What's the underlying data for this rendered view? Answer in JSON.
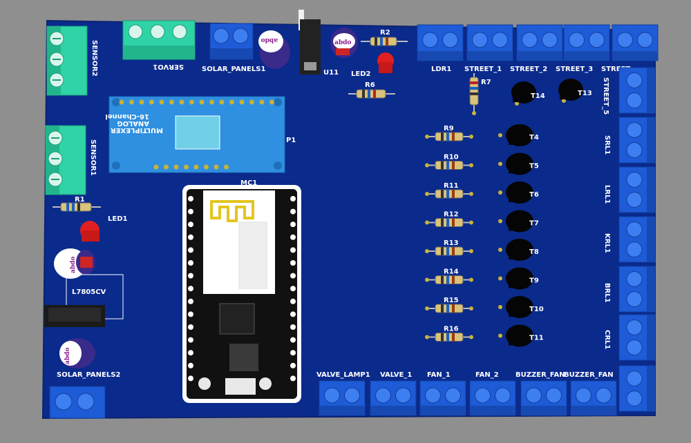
{
  "board": {
    "colors": {
      "background": "#8f8f8f",
      "pcb": "#0a2a8c",
      "silkscreen": "#ffffff",
      "terminal_green": "#2fd3a6",
      "terminal_blue": "#1e5bd6",
      "resistor_body": "#d9c27a",
      "led_red": "#e02020",
      "module_blue": "#2f8fe0"
    },
    "labels": {
      "sensor2": "SENSOR2",
      "sensor1": "SENSOR1",
      "servo1": "SERVO1",
      "solar_panels1": "SOLAR_PANELS1",
      "solar_panels2": "SOLAR_PANELS2",
      "u11": "U11",
      "led2": "LED2",
      "led1": "LED1",
      "r1": "R1",
      "r2": "R2",
      "r6": "R6",
      "r7": "R7",
      "regulator": "L7805CV",
      "mc1": "MC1",
      "p1": "P1",
      "ldr1": "LDR1",
      "street_1": "STREET_1",
      "street_2": "STREET_2",
      "street_3": "STREET_3",
      "street_4": "STREET_",
      "street_5": "STREET_5",
      "srl1": "SRL1",
      "lrl1": "LRL1",
      "krl1": "KRL1",
      "brl1": "BRL1",
      "crl1": "CRL1",
      "valve_lamp1": "VALVE_LAMP1",
      "valve_1": "VALVE_1",
      "fan_1": "FAN_1",
      "fan_2": "FAN_2",
      "buzzer_fan1": "BUZZER_FAN",
      "buzzer_fan2": "BUZZER_FAN",
      "mux_line1": "16-Channel",
      "mux_line2": "ANALOG",
      "mux_line3": "MULTIPLEXER"
    },
    "capacitor_text": "abdo",
    "resistors": [
      "R9",
      "R10",
      "R11",
      "R12",
      "R13",
      "R14",
      "R15",
      "R16"
    ],
    "transistors": [
      "T4",
      "T5",
      "T6",
      "T7",
      "T8",
      "T9",
      "T10",
      "T11"
    ],
    "top_transistors": [
      "T14",
      "T13"
    ]
  }
}
